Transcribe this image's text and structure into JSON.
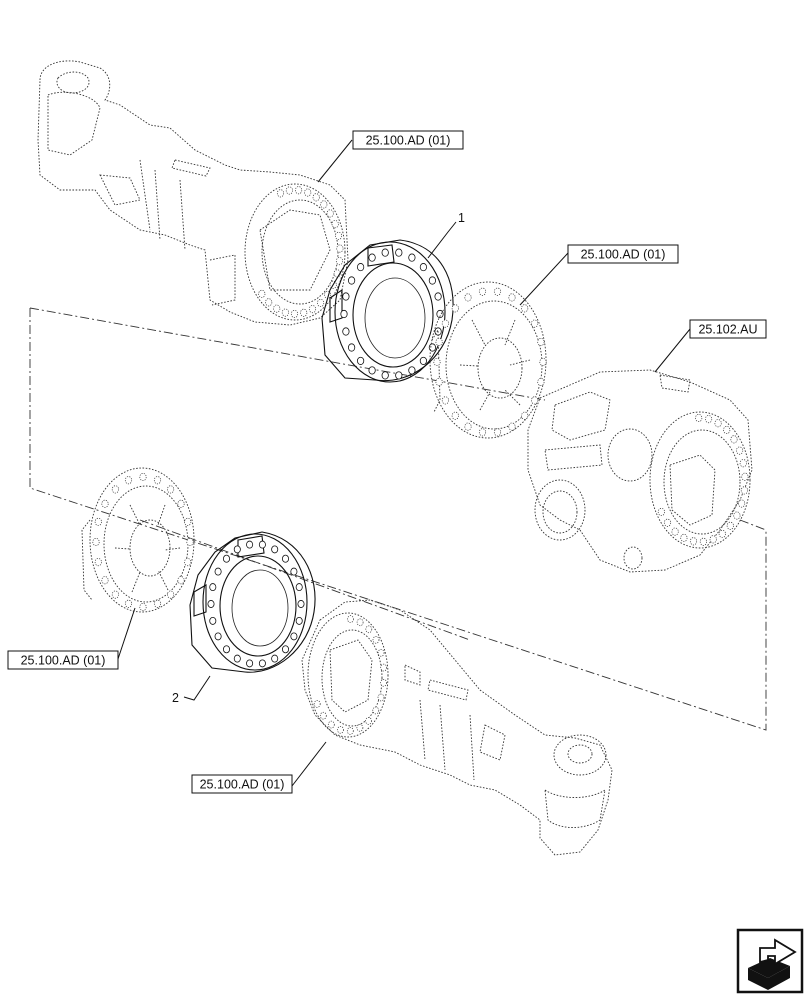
{
  "references": {
    "top_left_axle_housing": "25.100.AD (01)",
    "right_hub_flange": "25.100.AD (01)",
    "center_housing": "25.102.AU",
    "left_hub_flange": "25.100.AD (01)",
    "bottom_axle_housing": "25.100.AD (01)"
  },
  "callouts": {
    "part_1": "1",
    "part_2": "2"
  },
  "navigation": {
    "icon": "page-turn-arrow-icon"
  }
}
